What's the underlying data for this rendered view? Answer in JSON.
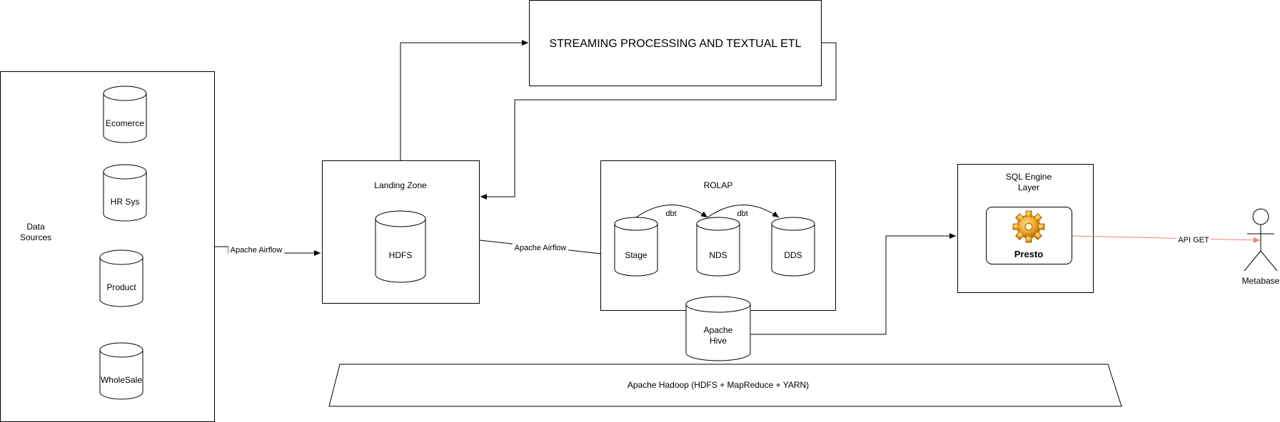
{
  "data_sources": {
    "title_line1": "Data",
    "title_line2": "Sources",
    "items": [
      "Ecomerce",
      "HR Sys",
      "Product",
      "WholeSale"
    ]
  },
  "edges": {
    "sources_to_landing": "Apache Airflow",
    "landing_to_rolap": "Apache Airflow",
    "stage_to_nds": "dbt",
    "nds_to_dds": "dbt",
    "presto_to_metabase": "API GET"
  },
  "landing_zone": {
    "title": "Landing Zone",
    "store": "HDFS"
  },
  "streaming": {
    "title": "STREAMING PROCESSING AND TEXTUAL ETL"
  },
  "rolap": {
    "title": "ROLAP",
    "stores": [
      "Stage",
      "NDS",
      "DDS"
    ]
  },
  "hive": {
    "line1": "Apache",
    "line2": "Hive"
  },
  "hadoop": {
    "label": "Apache Hadoop (HDFS + MapReduce + YARN)"
  },
  "sql_engine": {
    "title_line1": "SQL Engine",
    "title_line2": "Layer",
    "engine": "Presto",
    "icon": "gear-icon"
  },
  "actor": {
    "name": "Metabase"
  },
  "colors": {
    "api_edge": "#f08080",
    "gear": "#e8a020"
  }
}
